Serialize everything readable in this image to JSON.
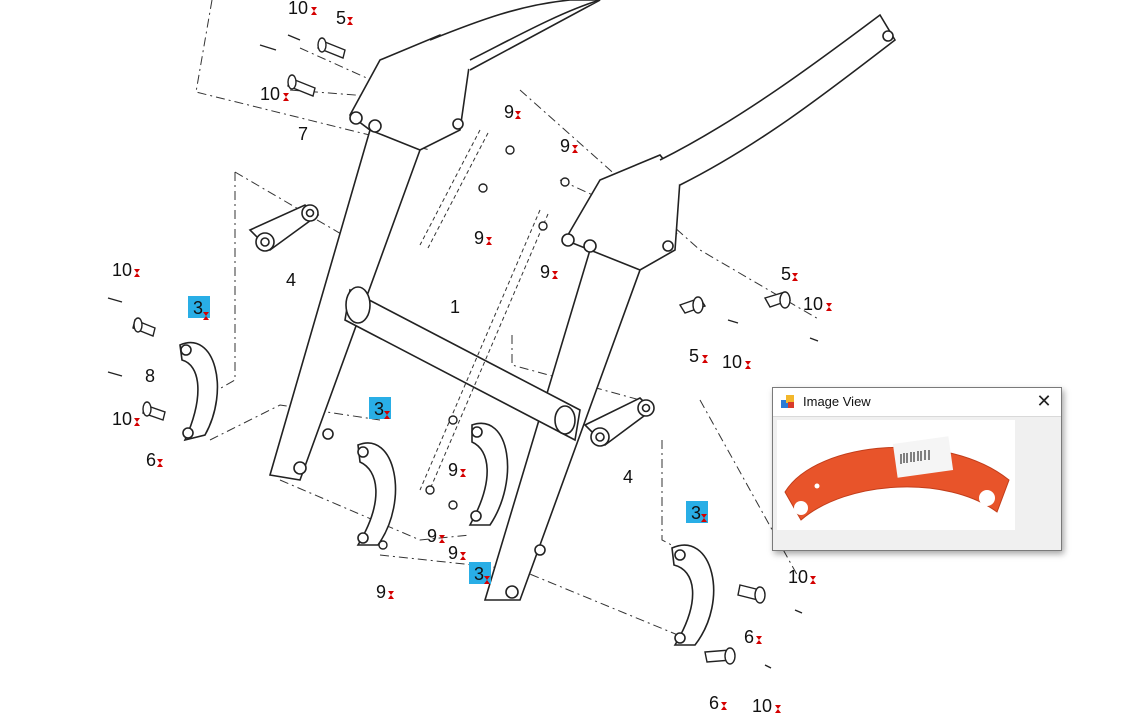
{
  "diagram": {
    "callouts": {
      "c1": "1",
      "c3": "3",
      "c4": "4",
      "c5": "5",
      "c6": "6",
      "c7": "7",
      "c8": "8",
      "c9": "9",
      "c10": "10"
    },
    "highlight_color": "#29aee6",
    "marker_color": "#d40000"
  },
  "image_view": {
    "title": "Image View",
    "close_icon": "close-icon",
    "app_icon": "image-view-icon",
    "photo_part_color": "#e8542a",
    "photo_label": "label-barcode"
  }
}
